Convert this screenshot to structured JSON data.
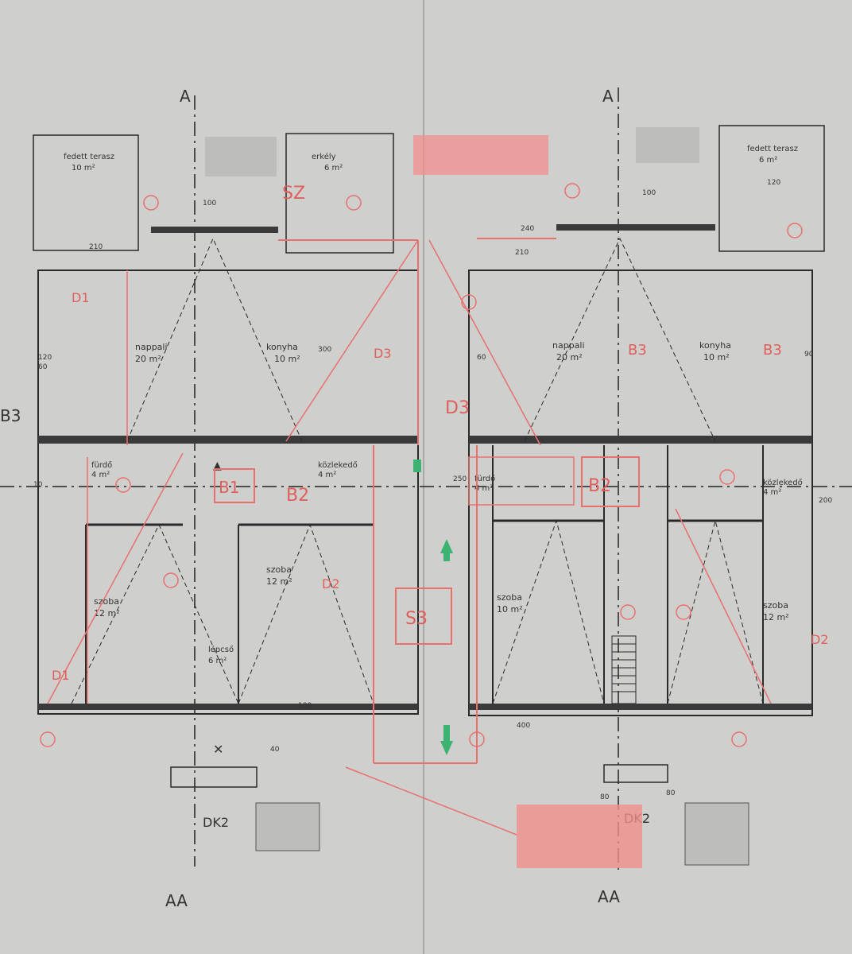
{
  "section_marks": {
    "left_top": "A",
    "left_bottom": "AA",
    "right_top": "A",
    "right_bottom": "AA",
    "side_left": "B3",
    "dak_left": "DK2",
    "dak_right": "DK2"
  },
  "terraces": {
    "left": {
      "title": "fedett terasz",
      "area": "10 m²"
    },
    "middle": {
      "title": "erkély",
      "area": "6 m²"
    },
    "right": {
      "title": "fedett terasz",
      "area": "6 m²"
    }
  },
  "rooms": {
    "left_living": {
      "name": "nappali",
      "area": "20 m²"
    },
    "left_kitchen": {
      "name": "konyha",
      "area": "10 m²"
    },
    "left_bath": {
      "name": "fürdő",
      "area": "4 m²"
    },
    "left_hall": {
      "name": "közlekedő",
      "area": "4 m²"
    },
    "left_room1": {
      "name": "szoba",
      "area": "12 m²"
    },
    "left_room2": {
      "name": "szoba",
      "area": "12 m²"
    },
    "left_staircase": {
      "name": "lépcső",
      "area": "6 m²"
    },
    "right_living": {
      "name": "nappali",
      "area": "20 m²"
    },
    "right_kitchen": {
      "name": "konyha",
      "area": "10 m²"
    },
    "right_bath": {
      "name": "fürdő",
      "area": "4 m²"
    },
    "right_room1": {
      "name": "szoba",
      "area": "10 m²"
    },
    "right_room2": {
      "name": "szoba",
      "area": "12 m²"
    },
    "right_hall": {
      "name": "közlekedő",
      "area": "4 m²"
    }
  },
  "labels": {
    "s3": "S3",
    "b3": "B3",
    "b2": "B2",
    "b1": "B1",
    "d1": "D1",
    "d2": "D2",
    "d3": "D3",
    "sz": "SZ"
  },
  "dimensions": {
    "d100": "100",
    "d120": "120",
    "d200": "200",
    "d210": "210",
    "d240": "240",
    "d250": "250",
    "d300": "300",
    "d400": "400",
    "d60": "60",
    "d80": "80",
    "d90": "90",
    "d40": "40",
    "d10": "10"
  },
  "colors": {
    "red_markup": "#e8706e",
    "green_arrow": "#3cb371",
    "line": "#2a2a2a",
    "paper": "#cfcfcd"
  }
}
